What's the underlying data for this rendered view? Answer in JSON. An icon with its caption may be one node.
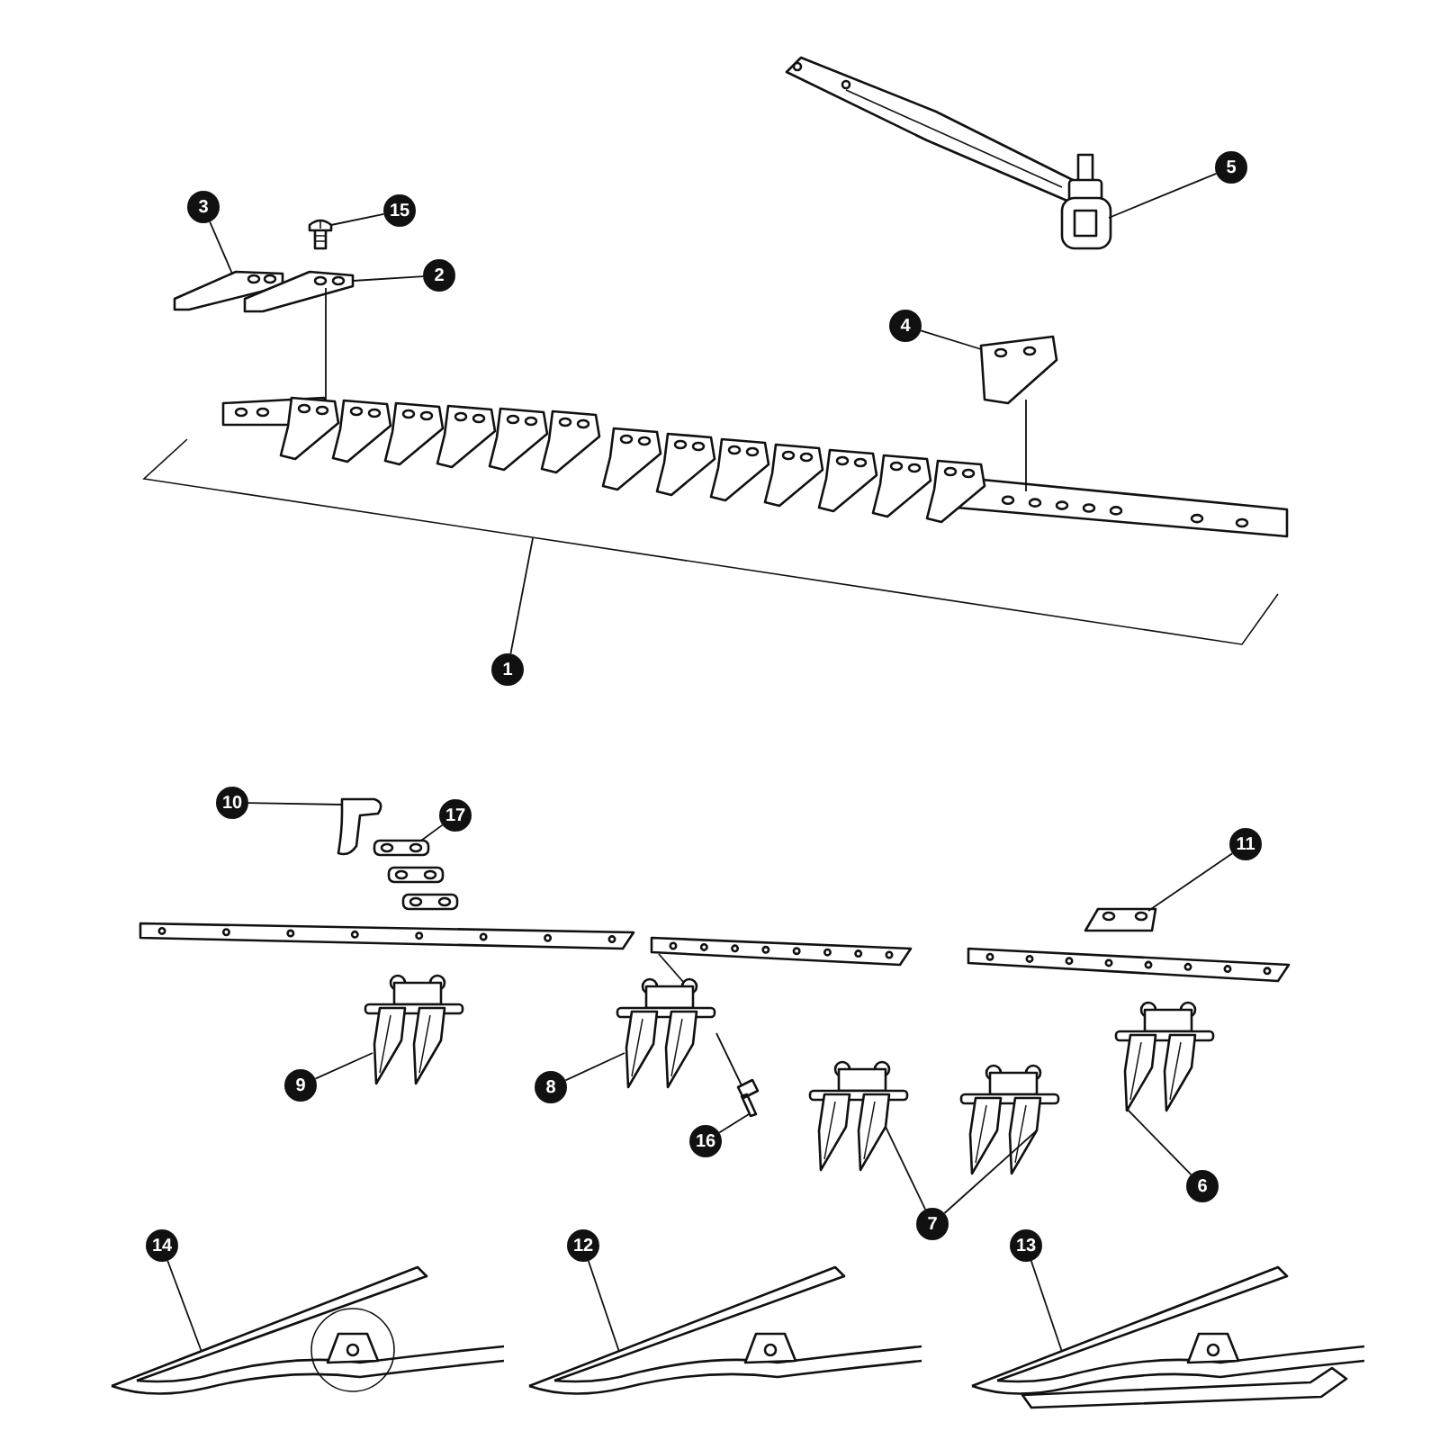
{
  "diagram": {
    "nodes": [
      {
        "text": [
          "15"
        ]
      },
      {
        "text": [],
        "shape": "picture"
      },
      {
        "text": [
          "3"
        ]
      },
      {
        "text": [],
        "shape": "picture"
      },
      {
        "text": [
          "2"
        ]
      },
      {
        "text": [],
        "shape": "picture"
      },
      {
        "text": [
          "5"
        ]
      },
      {
        "text": [],
        "shape": "picture"
      },
      {
        "text": [
          "4"
        ]
      },
      {
        "text": [],
        "shape": "picture"
      },
      {
        "text": [
          "1"
        ]
      },
      {
        "text": [],
        "shape": "picture"
      },
      {
        "text": [
          "10"
        ]
      },
      {
        "text": [],
        "shape": "picture"
      },
      {
        "text": [
          "17"
        ]
      },
      {
        "text": [],
        "shape": "picture"
      },
      {
        "text": [
          "11"
        ]
      },
      {
        "text": [],
        "shape": "picture"
      },
      {
        "text": [
          "9"
        ]
      },
      {
        "text": [],
        "shape": "picture"
      },
      {
        "text": [
          "8"
        ]
      },
      {
        "text": [],
        "shape": "picture"
      },
      {
        "text": [
          "16"
        ]
      },
      {
        "text": [],
        "shape": "picture"
      },
      {
        "text": [
          "7"
        ]
      },
      {
        "text": [],
        "shape": "picture"
      },
      {
        "text": [],
        "shape": "picture"
      },
      {
        "text": [
          "6"
        ]
      },
      {
        "text": [],
        "shape": "picture"
      },
      {
        "text": [
          "14"
        ]
      },
      {
        "text": [],
        "shape": "picture"
      },
      {
        "text": [
          "12"
        ]
      },
      {
        "text": [],
        "shape": "picture"
      },
      {
        "text": [
          "13"
        ]
      },
      {
        "text": [],
        "shape": "picture"
      },
      {
        "text": [],
        "shape": "picture"
      },
      {
        "text": [],
        "shape": "picture"
      },
      {
        "text": [],
        "shape": "picture"
      }
    ],
    "edges": [
      {
        "from": 0,
        "to": 1,
        "arrow": "none"
      },
      {
        "from": 2,
        "to": 3,
        "arrow": "none"
      },
      {
        "from": 4,
        "to": 5,
        "arrow": "none"
      },
      {
        "from": 6,
        "to": 7,
        "arrow": "none"
      },
      {
        "from": 8,
        "to": 9,
        "arrow": "none"
      },
      {
        "from": 10,
        "to": 11,
        "arrow": "none"
      },
      {
        "from": 12,
        "to": 13,
        "arrow": "none"
      },
      {
        "from": 14,
        "to": 15,
        "arrow": "none"
      },
      {
        "from": 16,
        "to": 17,
        "arrow": "none"
      },
      {
        "from": 18,
        "to": 19,
        "arrow": "none"
      },
      {
        "from": 20,
        "to": 21,
        "arrow": "none"
      },
      {
        "from": 22,
        "to": 23,
        "arrow": "none"
      },
      {
        "from": 24,
        "to": 25,
        "arrow": "none"
      },
      {
        "from": 24,
        "to": 26,
        "arrow": "none"
      },
      {
        "from": 27,
        "to": 28,
        "arrow": "none"
      },
      {
        "from": 29,
        "to": 30,
        "arrow": "none"
      },
      {
        "from": 31,
        "to": 32,
        "arrow": "none"
      },
      {
        "from": 33,
        "to": 34,
        "arrow": "none"
      },
      {
        "from": 5,
        "to": 11,
        "arrow": "none"
      },
      {
        "from": 9,
        "to": 11,
        "arrow": "none"
      },
      {
        "from": 21,
        "to": 23,
        "arrow": "none"
      },
      {
        "from": 36,
        "to": 21,
        "arrow": "none"
      }
    ]
  }
}
